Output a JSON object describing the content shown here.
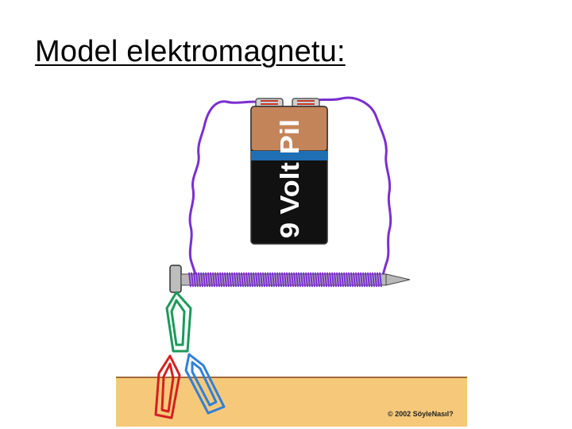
{
  "slide": {
    "title": "Model elektromagnetu:"
  },
  "battery": {
    "label": "9 Volt Pil",
    "top_color": "#c4845a",
    "stripe_color": "#1f6fb5",
    "body_color": "#111111"
  },
  "coil_color": "#7b2fd0",
  "wire_color": "#7b2fd0",
  "ground_color": "#f6c97a",
  "paperclips": [
    "green",
    "red",
    "blue"
  ],
  "copyright": "© 2002 SöyleNasıl?"
}
